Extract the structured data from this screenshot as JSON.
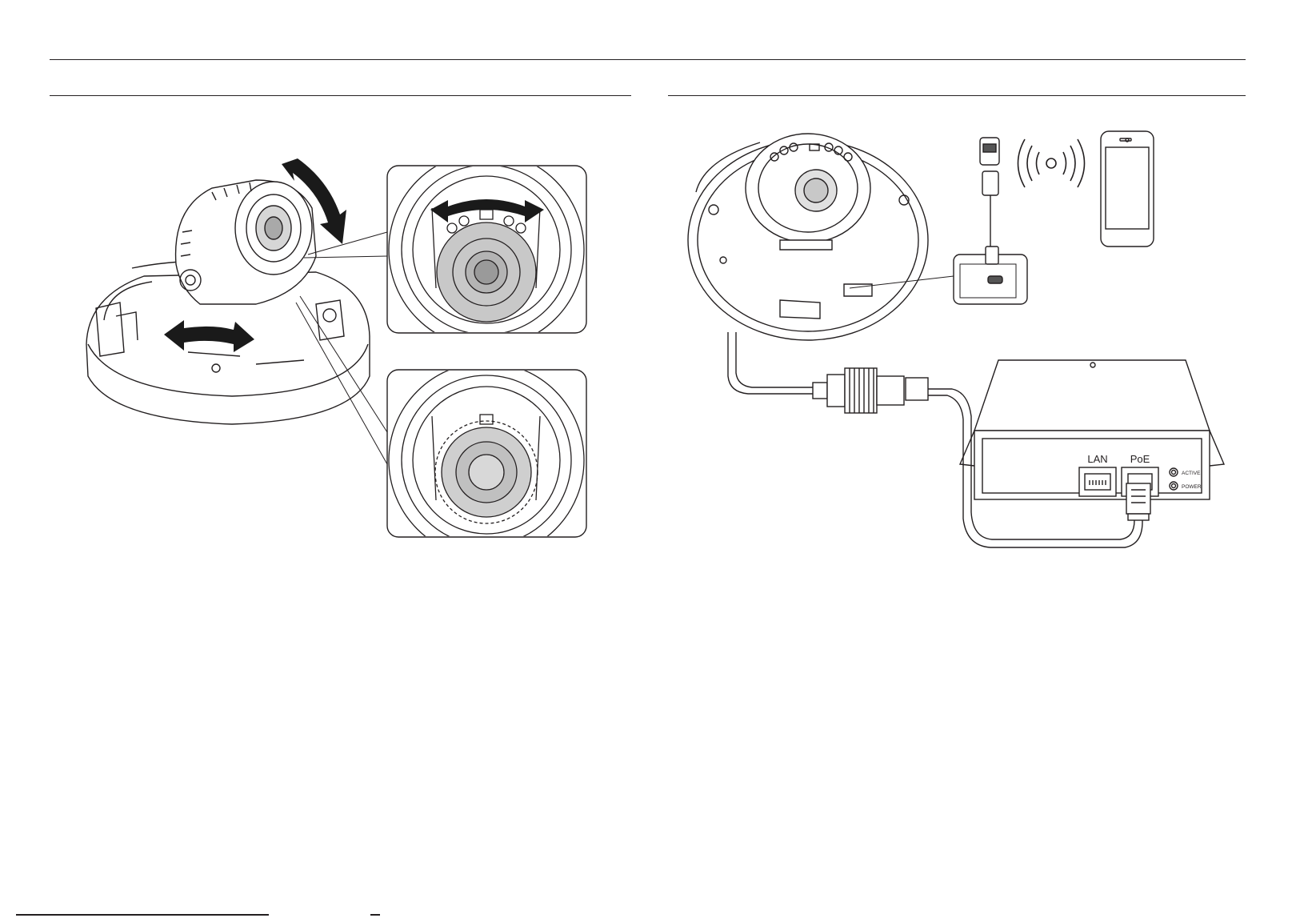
{
  "poe_injector": {
    "port_lan_label": "LAN",
    "port_poe_label": "PoE",
    "led_active_label": "ACTIVE",
    "led_power_label": "POWER"
  },
  "colors": {
    "line": "#231f20",
    "lens_gray": "#c8c8c8",
    "lens_dark": "#9a9a9a",
    "arrow": "#1a1a1a"
  }
}
